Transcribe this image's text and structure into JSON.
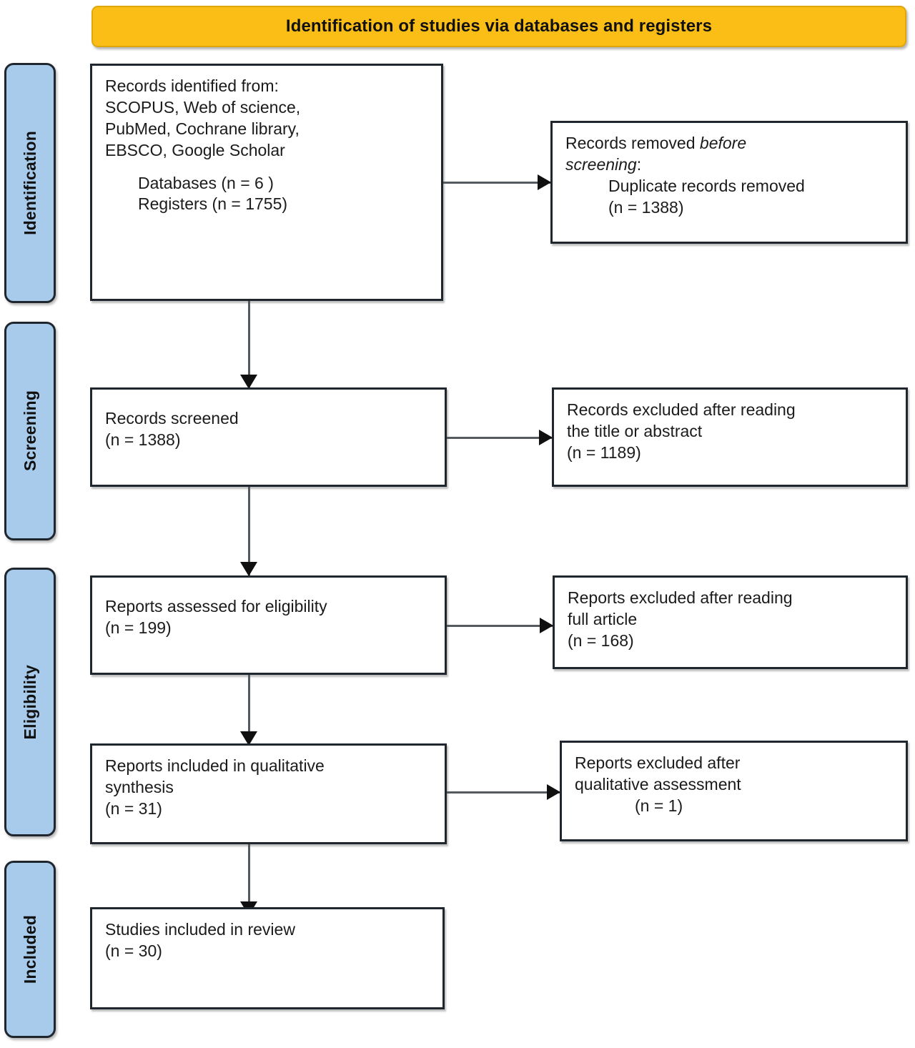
{
  "banner": {
    "title": "Identification of studies via databases and registers",
    "color": "#fbbe17"
  },
  "phases": [
    {
      "label": "Identification"
    },
    {
      "label": "Screening"
    },
    {
      "label": "Eligibility"
    },
    {
      "label": "Included"
    }
  ],
  "boxes": {
    "identified": {
      "l1": "Records identified from:",
      "l2": "SCOPUS, Web of science,",
      "l3": "PubMed, Cochrane library,",
      "l4": "EBSCO, Google Scholar",
      "l5": "Databases (n = 6 )",
      "l6": "Registers (n = 1755)"
    },
    "removed": {
      "l1a": "Records removed ",
      "l1b": "before",
      "l2a": "screening",
      "l2b": ":",
      "l3": "Duplicate records removed",
      "l4": "(n = 1388)"
    },
    "screened": {
      "l1": "Records screened",
      "l2": "(n = 1388)"
    },
    "excluded_title": {
      "l1": "Records excluded after reading",
      "l2": "the title or abstract",
      "l3": "(n = 1189)"
    },
    "eligibility": {
      "l1": "Reports assessed for eligibility",
      "l2": "(n = 199)"
    },
    "excluded_full": {
      "l1": "Reports excluded after reading",
      "l2": "full article",
      "l3": "(n = 168)"
    },
    "qualitative": {
      "l1": "Reports included in qualitative",
      "l2": "synthesis",
      "l3": "(n = 31)"
    },
    "excluded_qual": {
      "l1": "Reports excluded after",
      "l2": "qualitative assessment",
      "l3": "(n = 1)"
    },
    "studies": {
      "l1": "Studies included in review",
      "l2": "(n = 30)"
    }
  },
  "chart_data": {
    "type": "diagram",
    "title": "Identification of studies via databases and registers",
    "nodes": [
      {
        "id": "identified",
        "phase": "Identification",
        "n": 1755,
        "databases": 6,
        "registers": 1755
      },
      {
        "id": "removed",
        "phase": "Identification",
        "n": 1388
      },
      {
        "id": "screened",
        "phase": "Screening",
        "n": 1388
      },
      {
        "id": "excluded_title",
        "phase": "Screening",
        "n": 1189
      },
      {
        "id": "eligibility",
        "phase": "Eligibility",
        "n": 199
      },
      {
        "id": "excluded_full",
        "phase": "Eligibility",
        "n": 168
      },
      {
        "id": "qualitative",
        "phase": "Eligibility",
        "n": 31
      },
      {
        "id": "excluded_qual",
        "phase": "Eligibility",
        "n": 1
      },
      {
        "id": "studies",
        "phase": "Included",
        "n": 30
      }
    ],
    "edges": [
      {
        "from": "identified",
        "to": "removed",
        "dir": "right"
      },
      {
        "from": "identified",
        "to": "screened",
        "dir": "down"
      },
      {
        "from": "screened",
        "to": "excluded_title",
        "dir": "right"
      },
      {
        "from": "screened",
        "to": "eligibility",
        "dir": "down"
      },
      {
        "from": "eligibility",
        "to": "excluded_full",
        "dir": "right"
      },
      {
        "from": "eligibility",
        "to": "qualitative",
        "dir": "down"
      },
      {
        "from": "qualitative",
        "to": "excluded_qual",
        "dir": "right"
      },
      {
        "from": "qualitative",
        "to": "studies",
        "dir": "down"
      }
    ]
  }
}
